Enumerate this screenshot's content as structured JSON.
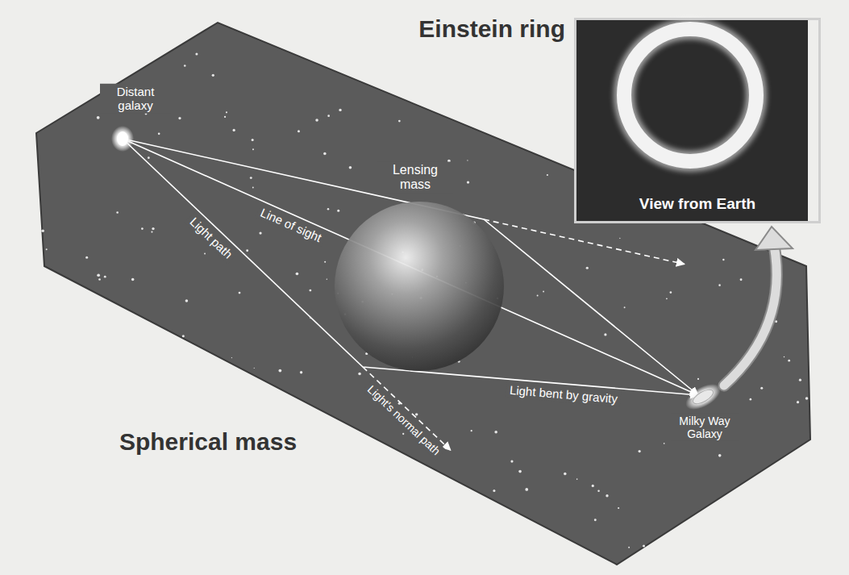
{
  "diagram": {
    "nodes": [
      {
        "text": [
          "Einstein ring",
          "View from Earth"
        ]
      }
    ],
    "labels": [
      "Distant galaxy",
      "Lensing mass",
      "Line of sight",
      "Light path",
      "Light's normal path",
      "Light bent by gravity",
      "Spherical mass",
      "Milky Way Galaxy"
    ]
  }
}
